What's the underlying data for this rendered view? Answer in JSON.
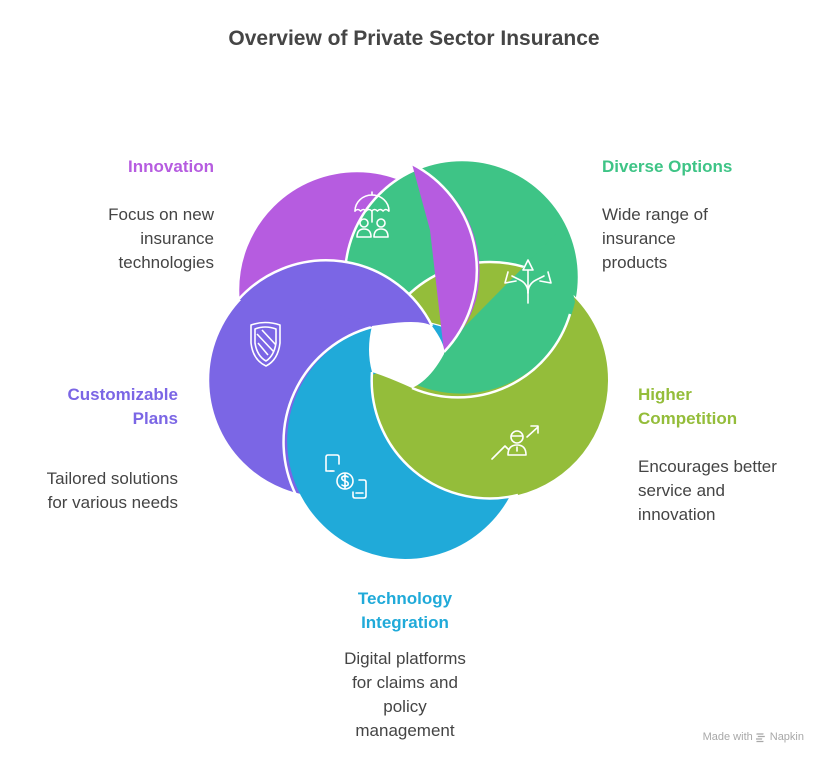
{
  "title": "Overview of Private Sector Insurance",
  "colors": {
    "innovation": "#B65CE0",
    "diverse_options": "#3EC486",
    "higher_competition": "#94BD3A",
    "technology_integration": "#20AAD9",
    "customizable_plans": "#7B66E5",
    "text": "#444444",
    "title": "#454545"
  },
  "items": [
    {
      "key": "innovation",
      "title": "Innovation",
      "description": [
        "Focus on new",
        "insurance",
        "technologies"
      ],
      "icon": "umbrella-people-icon"
    },
    {
      "key": "diverse_options",
      "title": "Diverse Options",
      "description": [
        "Wide range of",
        "insurance",
        "products"
      ],
      "icon": "branching-arrows-icon"
    },
    {
      "key": "higher_competition",
      "title": [
        "Higher",
        "Competition"
      ],
      "description": [
        "Encourages better",
        "service and",
        "innovation"
      ],
      "icon": "person-growth-icon"
    },
    {
      "key": "technology_integration",
      "title": [
        "Technology",
        "Integration"
      ],
      "description": [
        "Digital platforms",
        "for claims and",
        "policy",
        "management"
      ],
      "icon": "mobile-payment-icon"
    },
    {
      "key": "customizable_plans",
      "title": [
        "Customizable",
        "Plans"
      ],
      "description": [
        "Tailored solutions",
        "for various needs"
      ],
      "icon": "shield-icon"
    }
  ],
  "footer": {
    "made_with": "Made with",
    "brand": "Napkin"
  }
}
